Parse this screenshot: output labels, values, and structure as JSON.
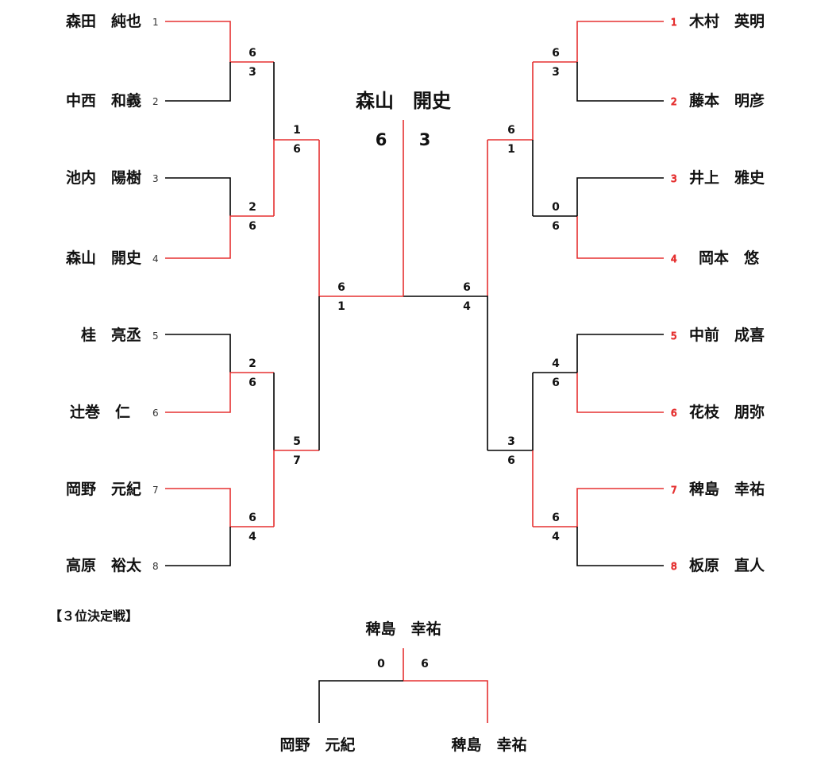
{
  "left_players": [
    {
      "seed": "1",
      "name": "森田　純也"
    },
    {
      "seed": "2",
      "name": "中西　和義"
    },
    {
      "seed": "3",
      "name": "池内　陽樹"
    },
    {
      "seed": "4",
      "name": "森山　開史"
    },
    {
      "seed": "5",
      "name": "桂　亮丞"
    },
    {
      "seed": "6",
      "name": "辻巻　仁"
    },
    {
      "seed": "7",
      "name": "岡野　元紀"
    },
    {
      "seed": "8",
      "name": "高原　裕太"
    }
  ],
  "right_players": [
    {
      "seed": "1",
      "name": "木村　英明"
    },
    {
      "seed": "2",
      "name": "藤本　明彦"
    },
    {
      "seed": "3",
      "name": "井上　雅史"
    },
    {
      "seed": "4",
      "name": "岡本　悠"
    },
    {
      "seed": "5",
      "name": "中前　成喜"
    },
    {
      "seed": "6",
      "name": "花枝　朋弥"
    },
    {
      "seed": "7",
      "name": "稗島　幸祐"
    },
    {
      "seed": "8",
      "name": "板原　直人"
    }
  ],
  "left_scores": {
    "r1": [
      [
        "6",
        "3"
      ],
      [
        "2",
        "6"
      ],
      [
        "2",
        "6"
      ],
      [
        "6",
        "4"
      ]
    ],
    "r2": [
      [
        "1",
        "6"
      ],
      [
        "5",
        "7"
      ]
    ],
    "semi": [
      "6",
      "1"
    ]
  },
  "right_scores": {
    "r1": [
      [
        "6",
        "3"
      ],
      [
        "0",
        "6"
      ],
      [
        "4",
        "6"
      ],
      [
        "6",
        "4"
      ]
    ],
    "r2": [
      [
        "6",
        "1"
      ],
      [
        "3",
        "6"
      ]
    ],
    "semi": [
      "6",
      "4"
    ]
  },
  "final": {
    "champion": "森山　開史",
    "score_left": "6",
    "score_right": "3"
  },
  "third_place": {
    "label": "【３位決定戦】",
    "winner": "稗島　幸祐",
    "score_left": "0",
    "score_right": "6",
    "player_left": "岡野　元紀",
    "player_right": "稗島　幸祐"
  }
}
